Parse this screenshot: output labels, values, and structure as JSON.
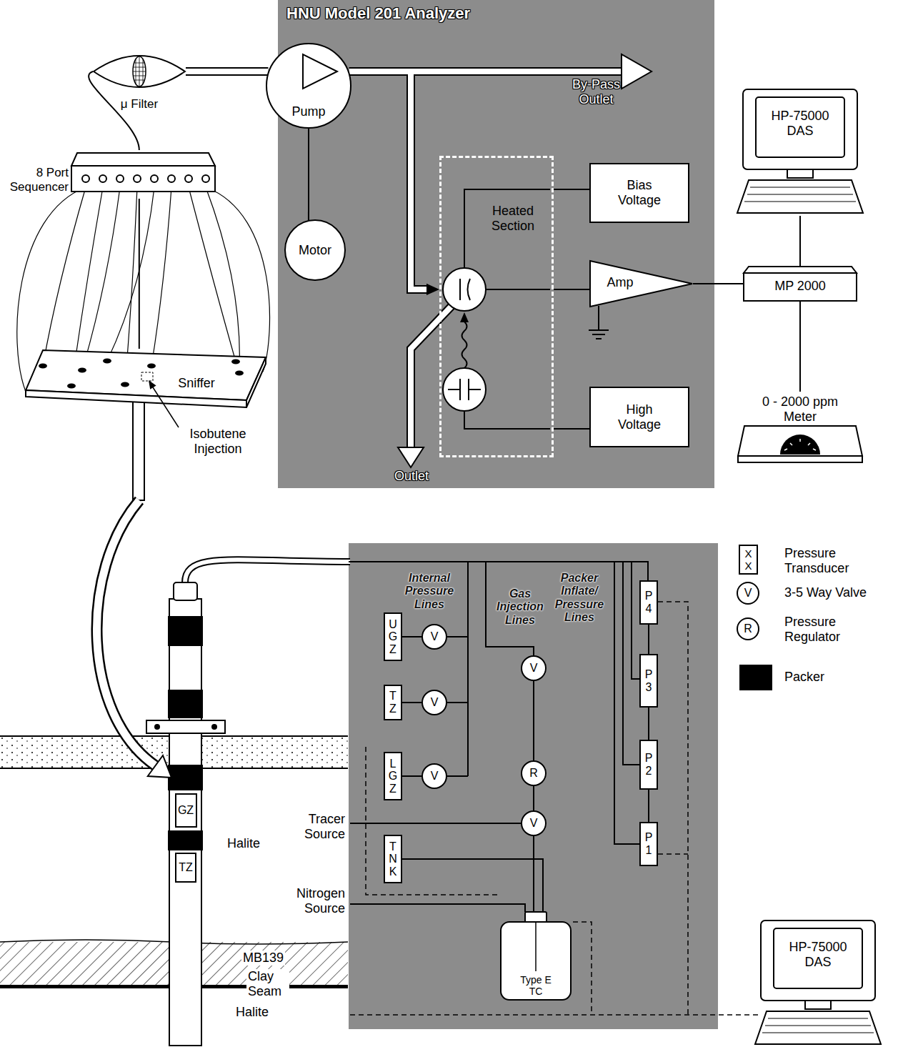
{
  "diagram": {
    "nodes": [
      {
        "text": [
          "HNU Model 201 Analyzer"
        ]
      },
      {
        "text": [
          "Pump"
        ],
        "in": 0
      },
      {
        "text": [
          "Motor"
        ],
        "in": 0
      },
      {
        "text": [
          "Heated Section"
        ],
        "in": 0
      },
      {
        "text": [
          "Bias Voltage"
        ],
        "in": 0
      },
      {
        "text": [
          "Amp"
        ],
        "in": 0
      },
      {
        "text": [
          "High Voltage"
        ],
        "in": 0
      },
      {
        "text": [
          "μ Filter"
        ]
      },
      {
        "text": [
          "8 Port Sequencer"
        ]
      },
      {
        "text": [
          "Sniffer"
        ]
      },
      {
        "text": [
          "HP-75000 DAS"
        ]
      },
      {
        "text": [
          "MP 2000"
        ]
      },
      {
        "text": [
          "0 - 2000 ppm Meter"
        ]
      },
      {
        "text": [
          "UGZ"
        ]
      },
      {
        "text": [
          "TZ"
        ]
      },
      {
        "text": [
          "LGZ"
        ]
      },
      {
        "text": [
          "TNK"
        ]
      },
      {
        "text": [
          "V"
        ]
      },
      {
        "text": [
          "V"
        ]
      },
      {
        "text": [
          "V"
        ]
      },
      {
        "text": [
          "V"
        ]
      },
      {
        "text": [
          "R"
        ]
      },
      {
        "text": [
          "V"
        ]
      },
      {
        "text": [
          "P4"
        ]
      },
      {
        "text": [
          "P3"
        ]
      },
      {
        "text": [
          "P2"
        ]
      },
      {
        "text": [
          "P1"
        ]
      },
      {
        "text": [
          "Type E TC"
        ]
      },
      {
        "text": [
          "GZ"
        ]
      },
      {
        "text": [
          "TZ"
        ]
      },
      {
        "text": [
          "HP-75000 DAS"
        ]
      }
    ],
    "edges": [
      {
        "from": 8,
        "to": 7,
        "arrow": "none"
      },
      {
        "from": 7,
        "to": 1,
        "arrow": "none"
      },
      {
        "from": 8,
        "to": 9,
        "arrow": "none"
      },
      {
        "from": 1,
        "to": 2,
        "arrow": "none"
      },
      {
        "from": 1,
        "to": 3,
        "arrow": "to"
      },
      {
        "from": 3,
        "to": 4,
        "arrow": "none"
      },
      {
        "from": 3,
        "to": 5,
        "arrow": "none"
      },
      {
        "from": 3,
        "to": 6,
        "arrow": "none"
      },
      {
        "from": 5,
        "to": 11,
        "arrow": "none"
      },
      {
        "from": 11,
        "to": 10,
        "arrow": "none"
      },
      {
        "from": 11,
        "to": 12,
        "arrow": "none"
      },
      {
        "from": 13,
        "to": 17,
        "arrow": "none"
      },
      {
        "from": 14,
        "to": 18,
        "arrow": "none"
      },
      {
        "from": 15,
        "to": 19,
        "arrow": "none"
      },
      {
        "from": 20,
        "to": 21,
        "arrow": "none"
      },
      {
        "from": 21,
        "to": 22,
        "arrow": "none"
      },
      {
        "from": 16,
        "to": 27,
        "arrow": "none"
      },
      {
        "from": 22,
        "to": 27,
        "arrow": "none"
      }
    ],
    "labels": [
      "By-Pass Outlet",
      "Outlet",
      "Isobutene Injection",
      "Halite",
      "MB139",
      "Clay Seam",
      "Halite",
      "Internal Pressure Lines",
      "Gas Injection Lines",
      "Packer Inflate/ Pressure Lines",
      "Tracer Source",
      "Nitrogen Source",
      "X X",
      "V",
      "R"
    ],
    "legend": [
      {
        "text": "Pressure Transducer"
      },
      {
        "text": "3-5 Way Valve"
      },
      {
        "text": "Pressure Regulator"
      },
      {
        "text": "Packer",
        "color": "#000000"
      }
    ]
  }
}
